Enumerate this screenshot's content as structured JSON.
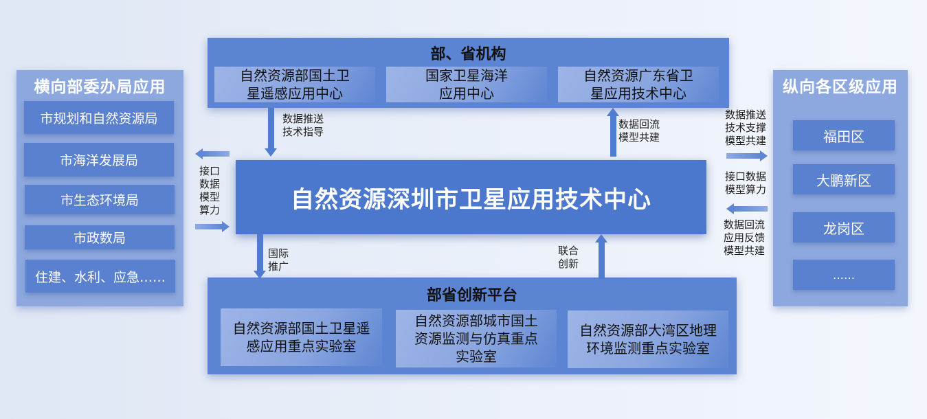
{
  "left_panel": {
    "title": "横向部委办局应用",
    "items": [
      "市规划和自然资源局",
      "市海洋发展局",
      "市生态环境局",
      "市政数局",
      "住建、水利、应急……"
    ]
  },
  "right_panel": {
    "title": "纵向各区级应用",
    "items": [
      "福田区",
      "大鹏新区",
      "龙岗区",
      "……"
    ]
  },
  "top_panel": {
    "title": "部、省机构",
    "items": [
      {
        "line1": "自然资源部国土卫",
        "line2": "星遥感应用中心"
      },
      {
        "line1": "国家卫星海洋",
        "line2": "应用中心"
      },
      {
        "line1": "自然资源广东省卫",
        "line2": "星应用技术中心"
      }
    ]
  },
  "center": {
    "title": "自然资源深圳市卫星应用技术中心"
  },
  "bottom_panel": {
    "title": "部省创新平台",
    "items": [
      {
        "lines": [
          "自然资源部国土卫星遥",
          "感应用重点实验室"
        ]
      },
      {
        "lines": [
          "自然资源部城市国土",
          "资源监测与仿真重点",
          "实验室"
        ]
      },
      {
        "lines": [
          "自然资源部大湾区地理",
          "环境监测重点实验室"
        ]
      }
    ]
  },
  "arrows": {
    "top_down": {
      "line1": "数据推送",
      "line2": "技术指导"
    },
    "top_up": {
      "line1": "数据回流",
      "line2": "模型共建"
    },
    "left": {
      "lines": [
        "接口",
        "数据",
        "模型",
        "算力"
      ]
    },
    "right_out": {
      "lines": [
        "数据推送",
        "技术支撑",
        "模型共建"
      ]
    },
    "right_mid": {
      "lines": [
        "接口数据",
        "模型算力"
      ]
    },
    "right_in": {
      "lines": [
        "数据回流",
        "应用反馈",
        "模型共建"
      ]
    },
    "bottom_down": {
      "line1": "国际",
      "line2": "推广"
    },
    "bottom_up": {
      "line1": "联合",
      "line2": "创新"
    }
  },
  "colors": {
    "center_blue": "#4b78cd",
    "panel_blue": "#5b84d3",
    "side_panel": "#8da8de",
    "background": "#e9eff9"
  }
}
